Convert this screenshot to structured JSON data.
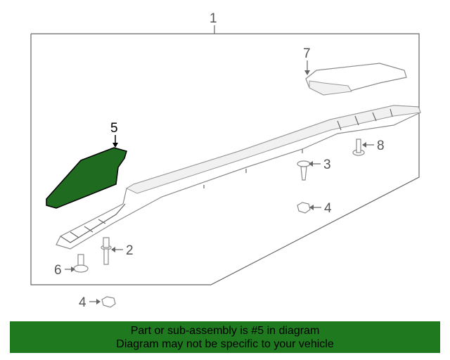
{
  "diagram": {
    "callouts": {
      "c1": "1",
      "c2": "2",
      "c3": "3",
      "c4a": "4",
      "c4b": "4",
      "c5": "5",
      "c6": "6",
      "c7": "7",
      "c8": "8"
    },
    "highlight_color": "#1f6b1f"
  },
  "banner": {
    "line1": "Part or sub-assembly is #5 in diagram",
    "line2": "Diagram may not be specific to your vehicle",
    "color": "#1f7a1f"
  }
}
